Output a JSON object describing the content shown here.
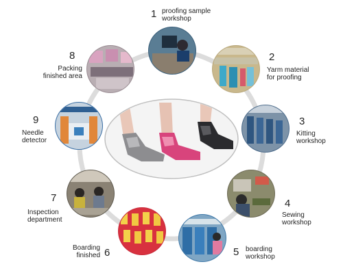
{
  "steps": [
    {
      "number": "1",
      "line1": "proofing sample",
      "line2": "workshop"
    },
    {
      "number": "2",
      "line1": "Yarm material",
      "line2": "for proofing"
    },
    {
      "number": "3",
      "line1": "Kitting",
      "line2": "workshop"
    },
    {
      "number": "4",
      "line1": "Sewing",
      "line2": "workshop"
    },
    {
      "number": "5",
      "line1": "boarding",
      "line2": "workshop"
    },
    {
      "number": "6",
      "line1": "Boarding",
      "line2": "finished"
    },
    {
      "number": "7",
      "line1": "Inspection",
      "line2": "department"
    },
    {
      "number": "8",
      "line1": "Packing",
      "line2": "finished area"
    },
    {
      "number": "9",
      "line1": "Needle",
      "line2": "detector"
    }
  ],
  "colors": {
    "ring": "#dcdcdc",
    "text": "#222222",
    "center_border": "#bfbfbf"
  },
  "icons": {
    "center": "socks-photo",
    "step_photos": [
      "office-photo",
      "yarn-shelves-photo",
      "knitting-machines-photo",
      "sewing-photo",
      "boarding-photo",
      "finished-socks-photo",
      "inspection-photo",
      "needle-detector-photo",
      "packing-photo"
    ]
  }
}
